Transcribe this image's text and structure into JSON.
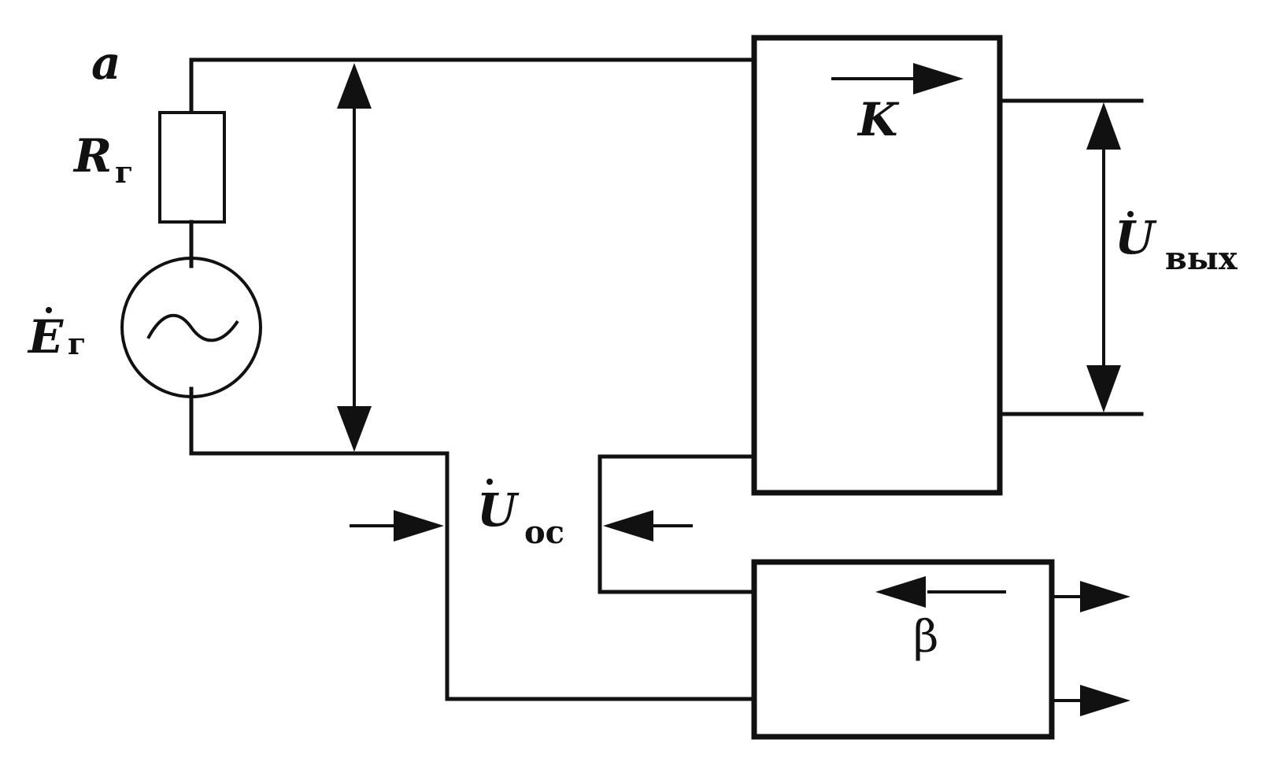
{
  "figure_label": "a",
  "source": {
    "resistor_symbol": "R",
    "resistor_subscript": "г",
    "emf_symbol": "E",
    "emf_subscript": "г",
    "generator_icon": "sine-wave-icon"
  },
  "amplifier": {
    "gain_symbol": "K"
  },
  "feedback": {
    "transfer_symbol": "β"
  },
  "voltages": {
    "output_symbol": "U",
    "output_subscript": "вых",
    "feedback_symbol": "U",
    "feedback_subscript": "ос"
  },
  "colors": {
    "ink": "#111111",
    "background": "#ffffff"
  }
}
